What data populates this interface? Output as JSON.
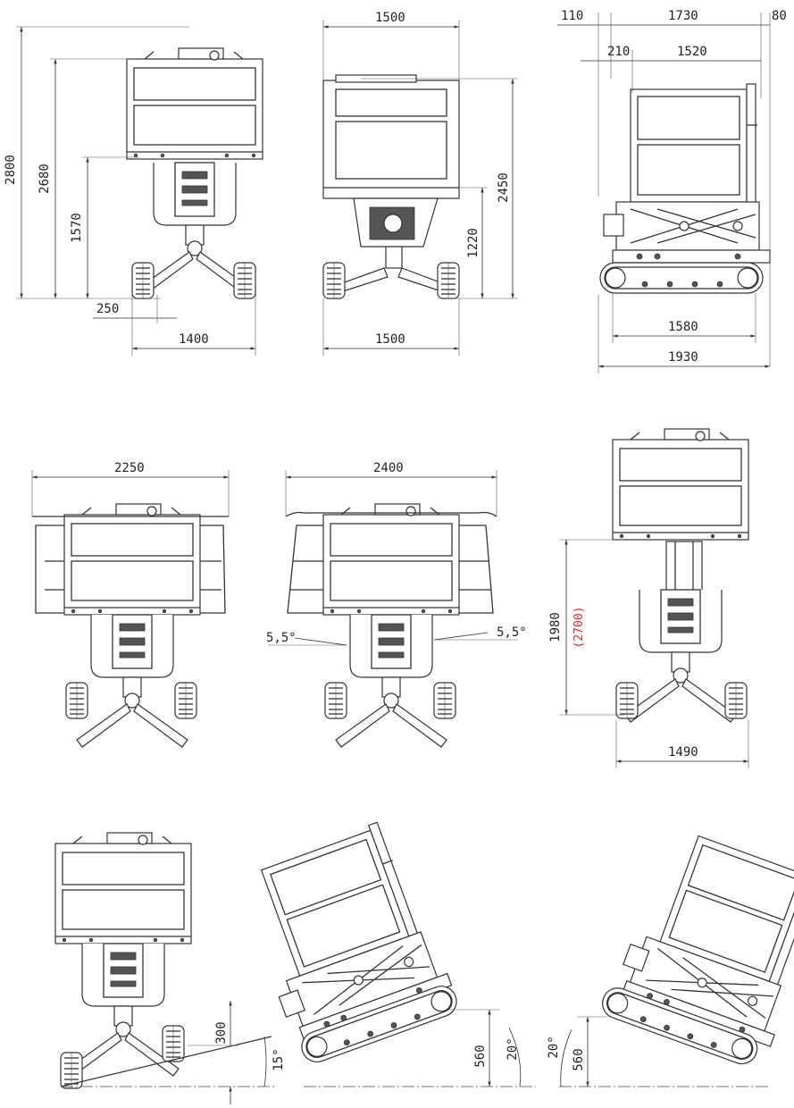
{
  "colors": {
    "line": "#333333",
    "highlight": "#d62c2c",
    "paper": "#ffffff"
  },
  "dimensions": {
    "front_height_total": "2800",
    "front_height_platform": "2680",
    "front_height_floor": "1570",
    "front_offset": "250",
    "front_track_width": "1400",
    "rear_platform_width": "1500",
    "rear_height_total": "2450",
    "rear_height_floor": "1220",
    "rear_track_width": "1500",
    "side_offset_left": "110",
    "side_overall_top": "1730",
    "side_offset_right": "80",
    "side_offset_inner": "210",
    "side_platform_length": "1520",
    "side_track_length": "1580",
    "side_overall_length": "1930",
    "extended_width_1": "2250",
    "extended_width_2": "2400",
    "rail_angle_left": "5,5°",
    "rail_angle_right": "5,5°",
    "raised_height": "1980",
    "raised_height_alt": "(2700)",
    "raised_track_width": "1490",
    "slope_step": "300",
    "slope_angle_side": "15°",
    "incline_height": "560",
    "incline_angle": "20°",
    "decline_angle": "20°",
    "decline_height": "560"
  }
}
